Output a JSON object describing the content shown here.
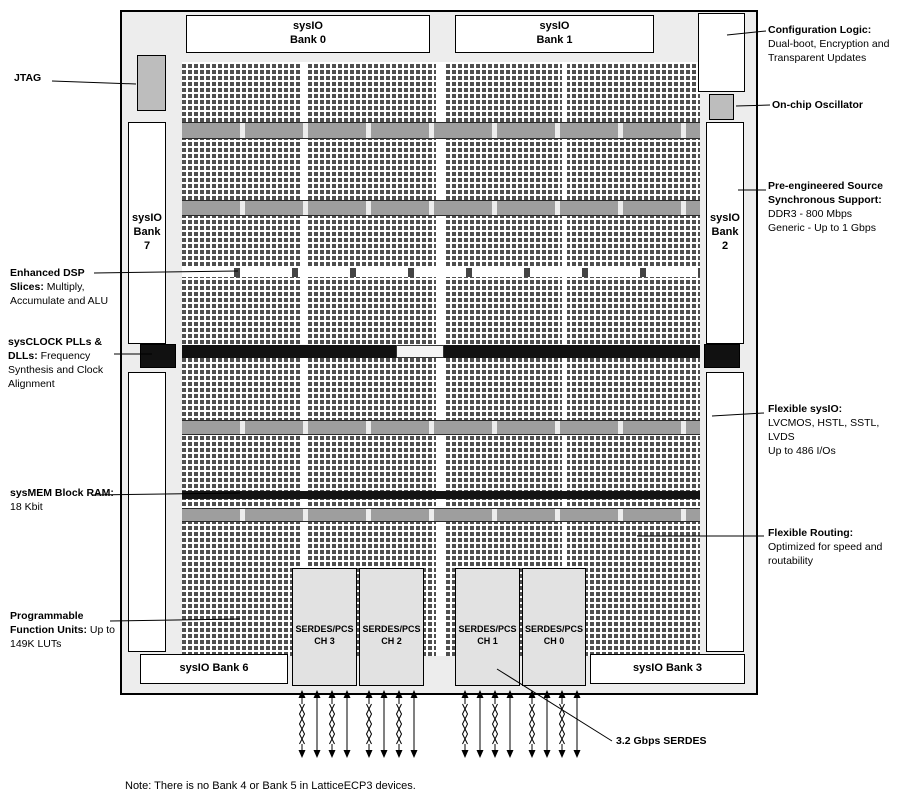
{
  "banks": {
    "bank0": "sysIO\nBank 0",
    "bank1": "sysIO\nBank 1",
    "bank7": "sysIO\nBank\n7",
    "bank2": "sysIO\nBank\n2",
    "bank6": "sysIO Bank 6",
    "bank3": "sysIO Bank 3"
  },
  "serdes": [
    {
      "label": "SERDES/PCS CH 3"
    },
    {
      "label": "SERDES/PCS CH 2"
    },
    {
      "label": "SERDES/PCS CH 1"
    },
    {
      "label": "SERDES/PCS CH 0"
    }
  ],
  "callouts": {
    "left": [
      {
        "title": "JTAG",
        "body": ""
      },
      {
        "title": "Enhanced DSP Slices:",
        "body": "Multiply, Accumulate and ALU"
      },
      {
        "title": "sysCLOCK PLLs & DLLs:",
        "body": "Frequency Synthesis and Clock Alignment"
      },
      {
        "title": "sysMEM Block RAM:",
        "body": "18 Kbit"
      },
      {
        "title": "Programmable Function Units:",
        "body": "Up to 149K LUTs"
      }
    ],
    "right": [
      {
        "title": "Configuration Logic:",
        "body": "Dual-boot, Encryption and Transparent Updates"
      },
      {
        "title": "On-chip Oscillator",
        "body": ""
      },
      {
        "title": "Pre-engineered Source Synchronous Support:",
        "body": "DDR3 - 800 Mbps\nGeneric - Up to 1 Gbps"
      },
      {
        "title": "Flexible sysIO:",
        "body": "LVCMOS, HSTL, SSTL, LVDS\nUp to 486 I/Os"
      },
      {
        "title": "Flexible Routing:",
        "body": "Optimized for speed and routability"
      },
      {
        "title": "3.2 Gbps SERDES",
        "body": ""
      }
    ]
  },
  "note": "Note: There is no Bank 4 or Bank 5 in LatticeECP3 devices.",
  "colors": {
    "chip_fill": "#ededed",
    "block_gray": "#bdbdbd",
    "stripe_gray": "#9e9e9e",
    "stripe_black": "#111111",
    "serdes_fill": "#e2e2e2"
  }
}
